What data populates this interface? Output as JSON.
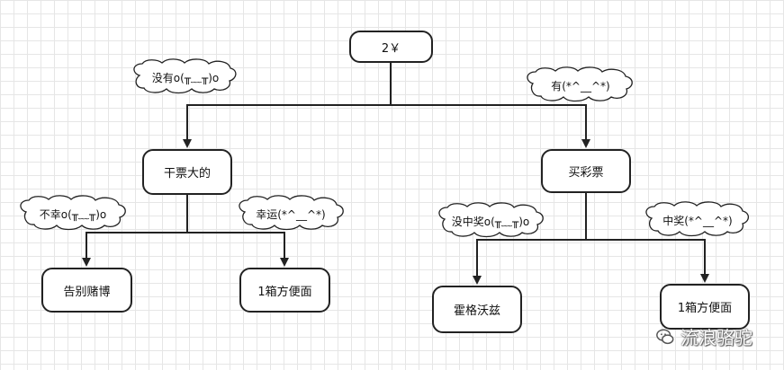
{
  "diagram": {
    "root": "2￥",
    "no_money": "没有o(╥﹏╥)o",
    "has_money": "有(*^__^*)",
    "big_job": "干票大的",
    "lottery": "买彩票",
    "unlucky": "不幸o(╥﹏╥)o",
    "lucky": "幸运(*^__^*)",
    "no_win": "没中奖o(╥﹏╥)o",
    "win": "中奖(*^__^*)",
    "quit_gambling": "告别赌博",
    "box_noodles_left": "1箱方便面",
    "hogwarts": "霍格沃兹",
    "box_noodles_right": "1箱方便面"
  },
  "watermark": {
    "text": "流浪骆驼"
  }
}
